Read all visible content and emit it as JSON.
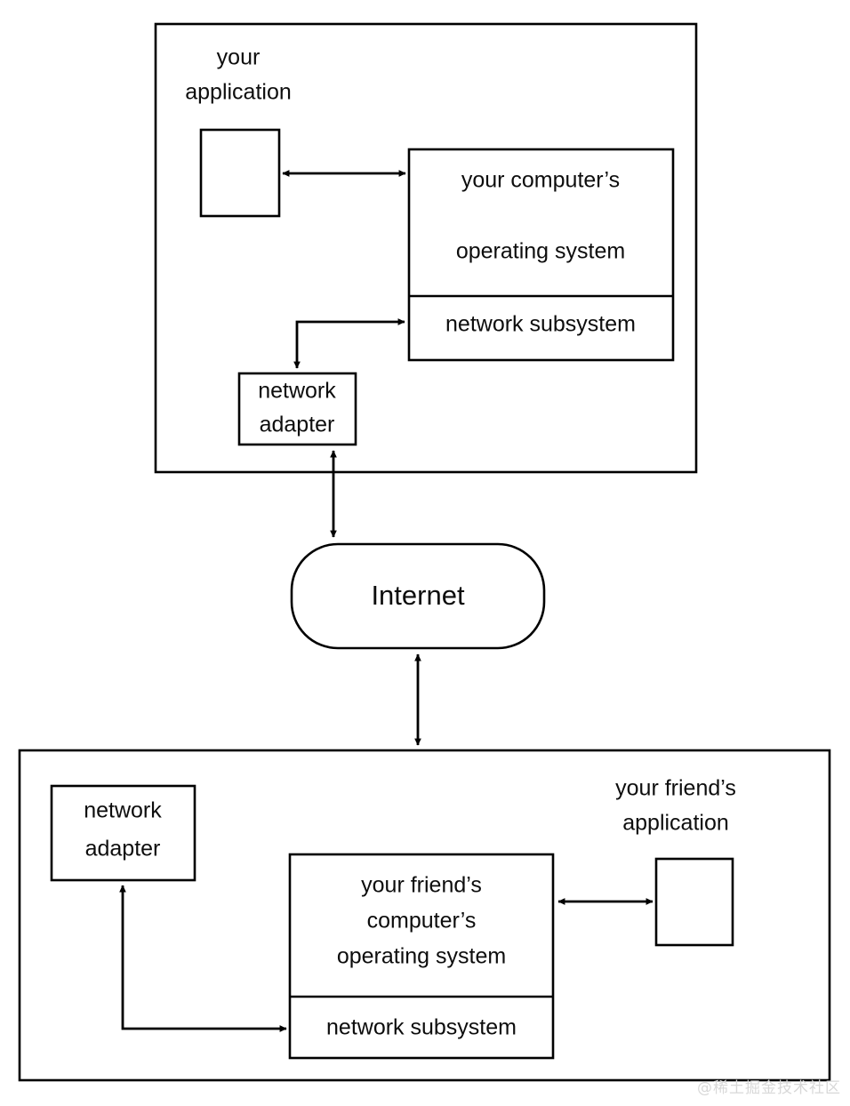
{
  "diagram": {
    "type": "network-communication-diagram",
    "background": "#ffffff",
    "stroke_color": "#000000",
    "text_color": "#0d0d0d",
    "top_computer": {
      "container_name": "your-computer-container",
      "application_label_line1": "your",
      "application_label_line2": "application",
      "application_box_label": "",
      "os_label_line1": "your computer’s",
      "os_label_line2": "operating system",
      "network_subsystem_label": "network subsystem",
      "network_adapter_label_line1": "network",
      "network_adapter_label_line2": "adapter"
    },
    "internet": {
      "label": "Internet"
    },
    "bottom_computer": {
      "container_name": "your-friends-computer-container",
      "application_label_line1": "your friend’s",
      "application_label_line2": "application",
      "application_box_label": "",
      "os_label_line1": "your friend’s",
      "os_label_line2": "computer’s",
      "os_label_line3": "operating system",
      "network_subsystem_label": "network subsystem",
      "network_adapter_label_line1": "network",
      "network_adapter_label_line2": "adapter"
    },
    "connectors": [
      {
        "name": "app-to-os-top",
        "style": "double-arrow-horizontal"
      },
      {
        "name": "subsystem-to-adapter-top",
        "style": "elbow-double-arrow"
      },
      {
        "name": "adapter-to-internet-top",
        "style": "double-arrow-vertical"
      },
      {
        "name": "internet-to-friend-computer",
        "style": "double-arrow-vertical"
      },
      {
        "name": "adapter-to-subsystem-bottom",
        "style": "elbow-double-arrow"
      },
      {
        "name": "os-to-app-bottom",
        "style": "double-arrow-horizontal"
      }
    ]
  },
  "watermark": {
    "text": "@稀土掘金技术社区"
  }
}
